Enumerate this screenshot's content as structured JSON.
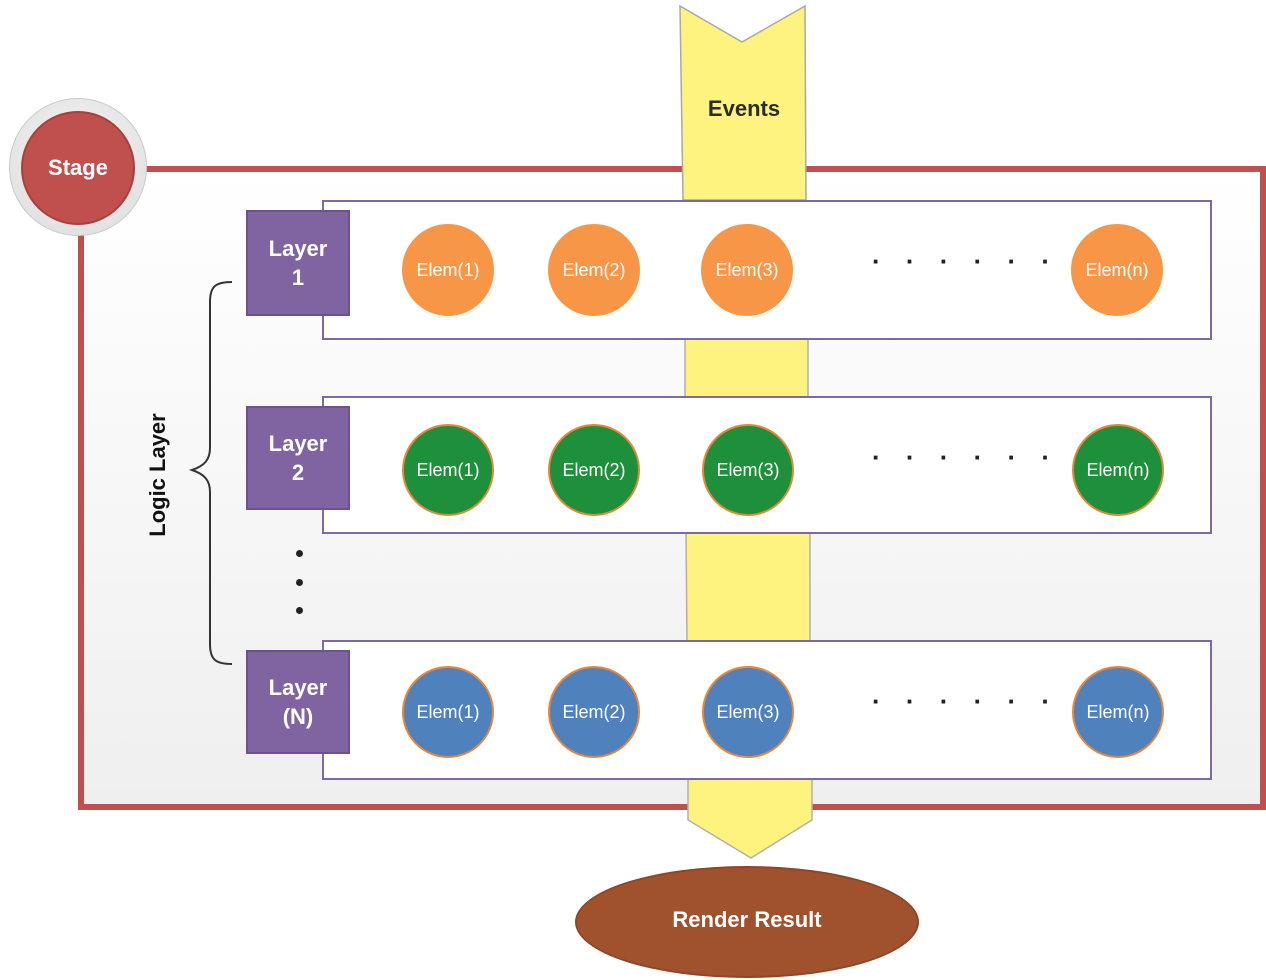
{
  "stage": {
    "label": "Stage"
  },
  "events": {
    "label": "Events"
  },
  "logic_layer": {
    "label": "Logic Layer"
  },
  "layers": [
    {
      "title_line1": "Layer",
      "title_line2": "1",
      "color": "#f79646",
      "elements": [
        "Elem(1)",
        "Elem(2)",
        "Elem(3)",
        "Elem(n)"
      ],
      "ellipsis": "· · · · · ·"
    },
    {
      "title_line1": "Layer",
      "title_line2": "2",
      "color": "#1e8f3a",
      "elements": [
        "Elem(1)",
        "Elem(2)",
        "Elem(3)",
        "Elem(n)"
      ],
      "ellipsis": "· · · · · ·"
    },
    {
      "title_line1": "Layer",
      "title_line2": "(N)",
      "color": "#4f81bd",
      "elements": [
        "Elem(1)",
        "Elem(2)",
        "Elem(3)",
        "Elem(n)"
      ],
      "ellipsis": "· · · · · ·"
    }
  ],
  "render_result": {
    "label": "Render Result"
  },
  "colors": {
    "stage_red": "#c0504d",
    "events_yellow": "#fff380",
    "layer_purple": "#8064a2",
    "render_brown": "#a0522d"
  }
}
